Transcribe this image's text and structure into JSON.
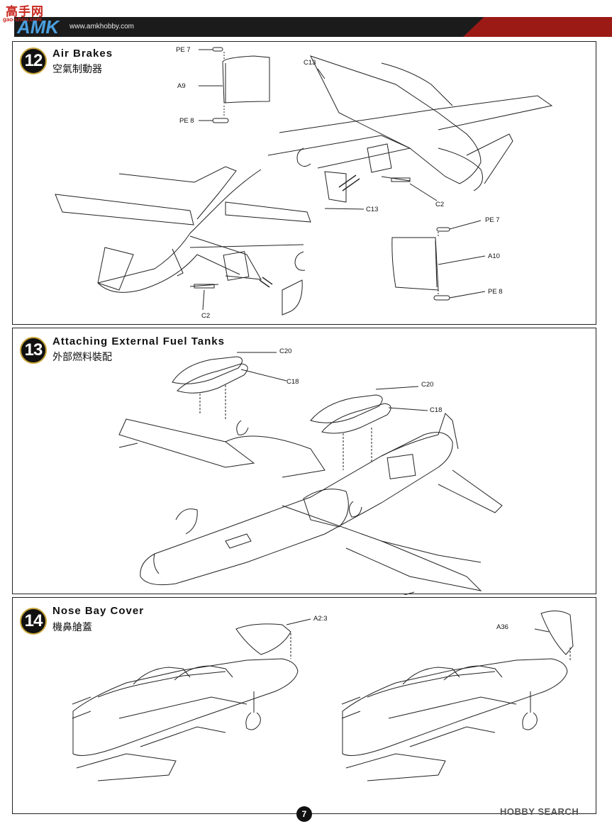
{
  "header": {
    "logo_top": "高手网",
    "logo_site": "gao-shou.com",
    "logo_amk": "AMK",
    "url": "www.amkhobby.com"
  },
  "steps": [
    {
      "number": "12",
      "title": "Air Brakes",
      "subtitle": "空氣制動器",
      "parts": [
        "PE 7",
        "A9",
        "PE 8",
        "C13",
        "C13",
        "C2",
        "C2",
        "PE 7",
        "A10",
        "PE 8"
      ]
    },
    {
      "number": "13",
      "title": "Attaching External Fuel Tanks",
      "subtitle": "外部燃料裝配",
      "parts": [
        "C20",
        "C18",
        "C20",
        "C18"
      ]
    },
    {
      "number": "14",
      "title": "Nose Bay Cover",
      "subtitle": "機鼻艙蓋",
      "parts": [
        "A2:3",
        "A36"
      ]
    }
  ],
  "footer": {
    "page_number": "7",
    "watermark": "HOBBY SEARCH"
  },
  "colors": {
    "header_dark": "#1b1b1b",
    "header_red": "#9b1a16",
    "logo_red": "#c8261d",
    "logo_blue": "#4aa0e0",
    "step_ring": "#c8a43a"
  }
}
